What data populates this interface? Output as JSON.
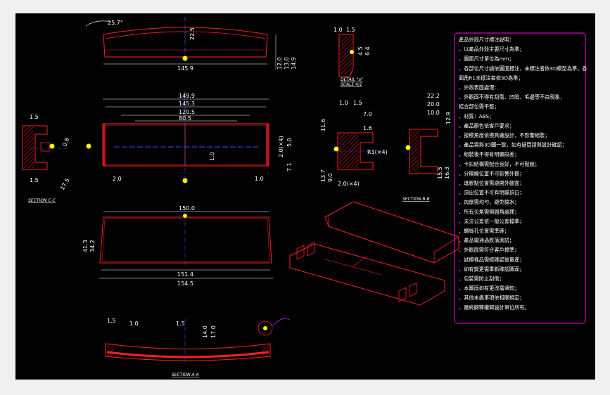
{
  "colors": {
    "outline": "#ff2020",
    "dimension": "#ffffff",
    "centerline": "#3a4cff",
    "hatch": "#ff2020",
    "notes_frame": "#ff00ff",
    "background": "#000000"
  },
  "top_view": {
    "angle": "25.7°",
    "height_label": "22.5",
    "width_label": "145.9",
    "right_dims": [
      "12.0",
      "13.0",
      "14.9"
    ]
  },
  "front_view": {
    "dims_top": [
      "149.9",
      "145.3",
      "120.5",
      "80.5"
    ],
    "right_dims": [
      "2.0(×4)",
      "5.0",
      "7.1"
    ],
    "bottom_dims": [
      "2.0",
      "1.0"
    ],
    "center_dim": "1.0"
  },
  "section_c": {
    "label": "SECTION C-C",
    "dims": [
      "1.5",
      "1.5",
      "0.8",
      "17.5"
    ]
  },
  "detail_a": {
    "label": "DETAIL \"a\"",
    "scale": "SCALE 4/1",
    "dims": [
      "1.0",
      "1.5",
      "4.5",
      "6.4"
    ]
  },
  "section_b_left": {
    "dims": [
      "11.6",
      "7.0",
      "1.0",
      "1.5",
      "13.7",
      "9.0",
      "2.0(×4)",
      "1.6"
    ],
    "radius": "R1(×4)"
  },
  "section_b_right": {
    "label": "SECTION B-B",
    "dims": [
      "22.2",
      "20.0",
      "10.0",
      "12.9",
      "15.5",
      "16.3"
    ]
  },
  "bottom_view": {
    "dims": [
      "150.0",
      "41.3",
      "34.2",
      "151.4",
      "154.5"
    ]
  },
  "section_a": {
    "label": "SECTION A-A",
    "dims": [
      "1.5",
      "1.0",
      "1.5",
      "14.0",
      "17.0"
    ]
  },
  "notes": [
    "產品外殼尺寸標注說明：",
    "、以產品外殼主要尺寸為準；",
    "、圖面尺寸單位為mm；",
    "、各部位尺寸請依圖面標注，未標注者依3D模型為準，各",
    "  圓角R1未標注者依3D為準；",
    "、外殼表面處理：",
    "、外觀面不得有刮傷、凹陷、毛邊等不良現象，",
    "  結合部位需平整；",
    "、材質：ABS；",
    "、產品顏色依客戶要求；",
    "、拔模角度依模具廠設計，不影響組裝；",
    "、產品需與3D圖一致，如有疑問請與設計確認；",
    "、組裝後不得有明顯段差；",
    "、卡扣結構需配合良好，不可鬆脫；",
    "、分模線位置不可影響外觀；",
    "、進膠點位置需避開外觀面；",
    "、頂出位置不可有明顯頂白；",
    "、肉厚需均勻，避免縮水；",
    "、所有尖角需倒圓角處理；",
    "、未注公差依一般公差標準；",
    "、螺絲孔位置需準確；",
    "、產品需通過跌落測試；",
    "、外觀面需符合客戶標準；",
    "、試模樣品需經確認後量產；",
    "、如有變更需重新確認圖面；",
    "、包裝需防止刮傷；",
    "、本圖面如有更改需通知；",
    "、其他未盡事項依相關規定；",
    "、最終解釋權歸設計單位所有。"
  ]
}
